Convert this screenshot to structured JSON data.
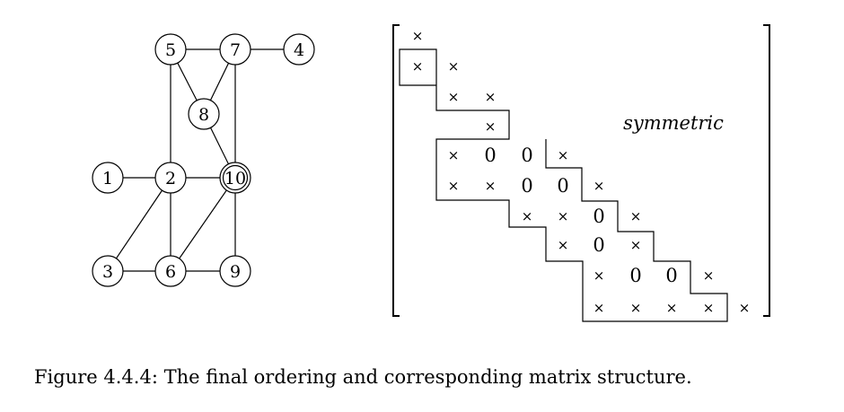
{
  "graph": {
    "nodes": [
      {
        "id": "n1",
        "label": "1",
        "highlighted": false
      },
      {
        "id": "n2",
        "label": "2",
        "highlighted": false
      },
      {
        "id": "n3",
        "label": "3",
        "highlighted": false
      },
      {
        "id": "n4",
        "label": "4",
        "highlighted": false
      },
      {
        "id": "n5",
        "label": "5",
        "highlighted": false
      },
      {
        "id": "n6",
        "label": "6",
        "highlighted": false
      },
      {
        "id": "n7",
        "label": "7",
        "highlighted": false
      },
      {
        "id": "n8",
        "label": "8",
        "highlighted": false
      },
      {
        "id": "n9",
        "label": "9",
        "highlighted": false
      },
      {
        "id": "n10",
        "label": "10",
        "highlighted": true
      }
    ],
    "edges": [
      [
        "n5",
        "n7"
      ],
      [
        "n7",
        "n4"
      ],
      [
        "n5",
        "n8"
      ],
      [
        "n7",
        "n8"
      ],
      [
        "n5",
        "n2"
      ],
      [
        "n7",
        "n10"
      ],
      [
        "n8",
        "n10"
      ],
      [
        "n1",
        "n2"
      ],
      [
        "n2",
        "n10"
      ],
      [
        "n2",
        "n3"
      ],
      [
        "n2",
        "n6"
      ],
      [
        "n3",
        "n6"
      ],
      [
        "n6",
        "n9"
      ],
      [
        "n6",
        "n10"
      ],
      [
        "n10",
        "n9"
      ]
    ]
  },
  "matrix": {
    "symbols": {
      "nonzero": "×",
      "zero": "0"
    },
    "note": "symmetric",
    "rows": [
      "x",
      "xx",
      "-xx",
      "--x",
      "-x00x",
      "-xx00x",
      "---xx0x",
      "----x0x",
      "-----x00x",
      "-----xxxxx"
    ]
  },
  "caption": "Figure 4.4.4: The final ordering and corresponding matrix structure."
}
